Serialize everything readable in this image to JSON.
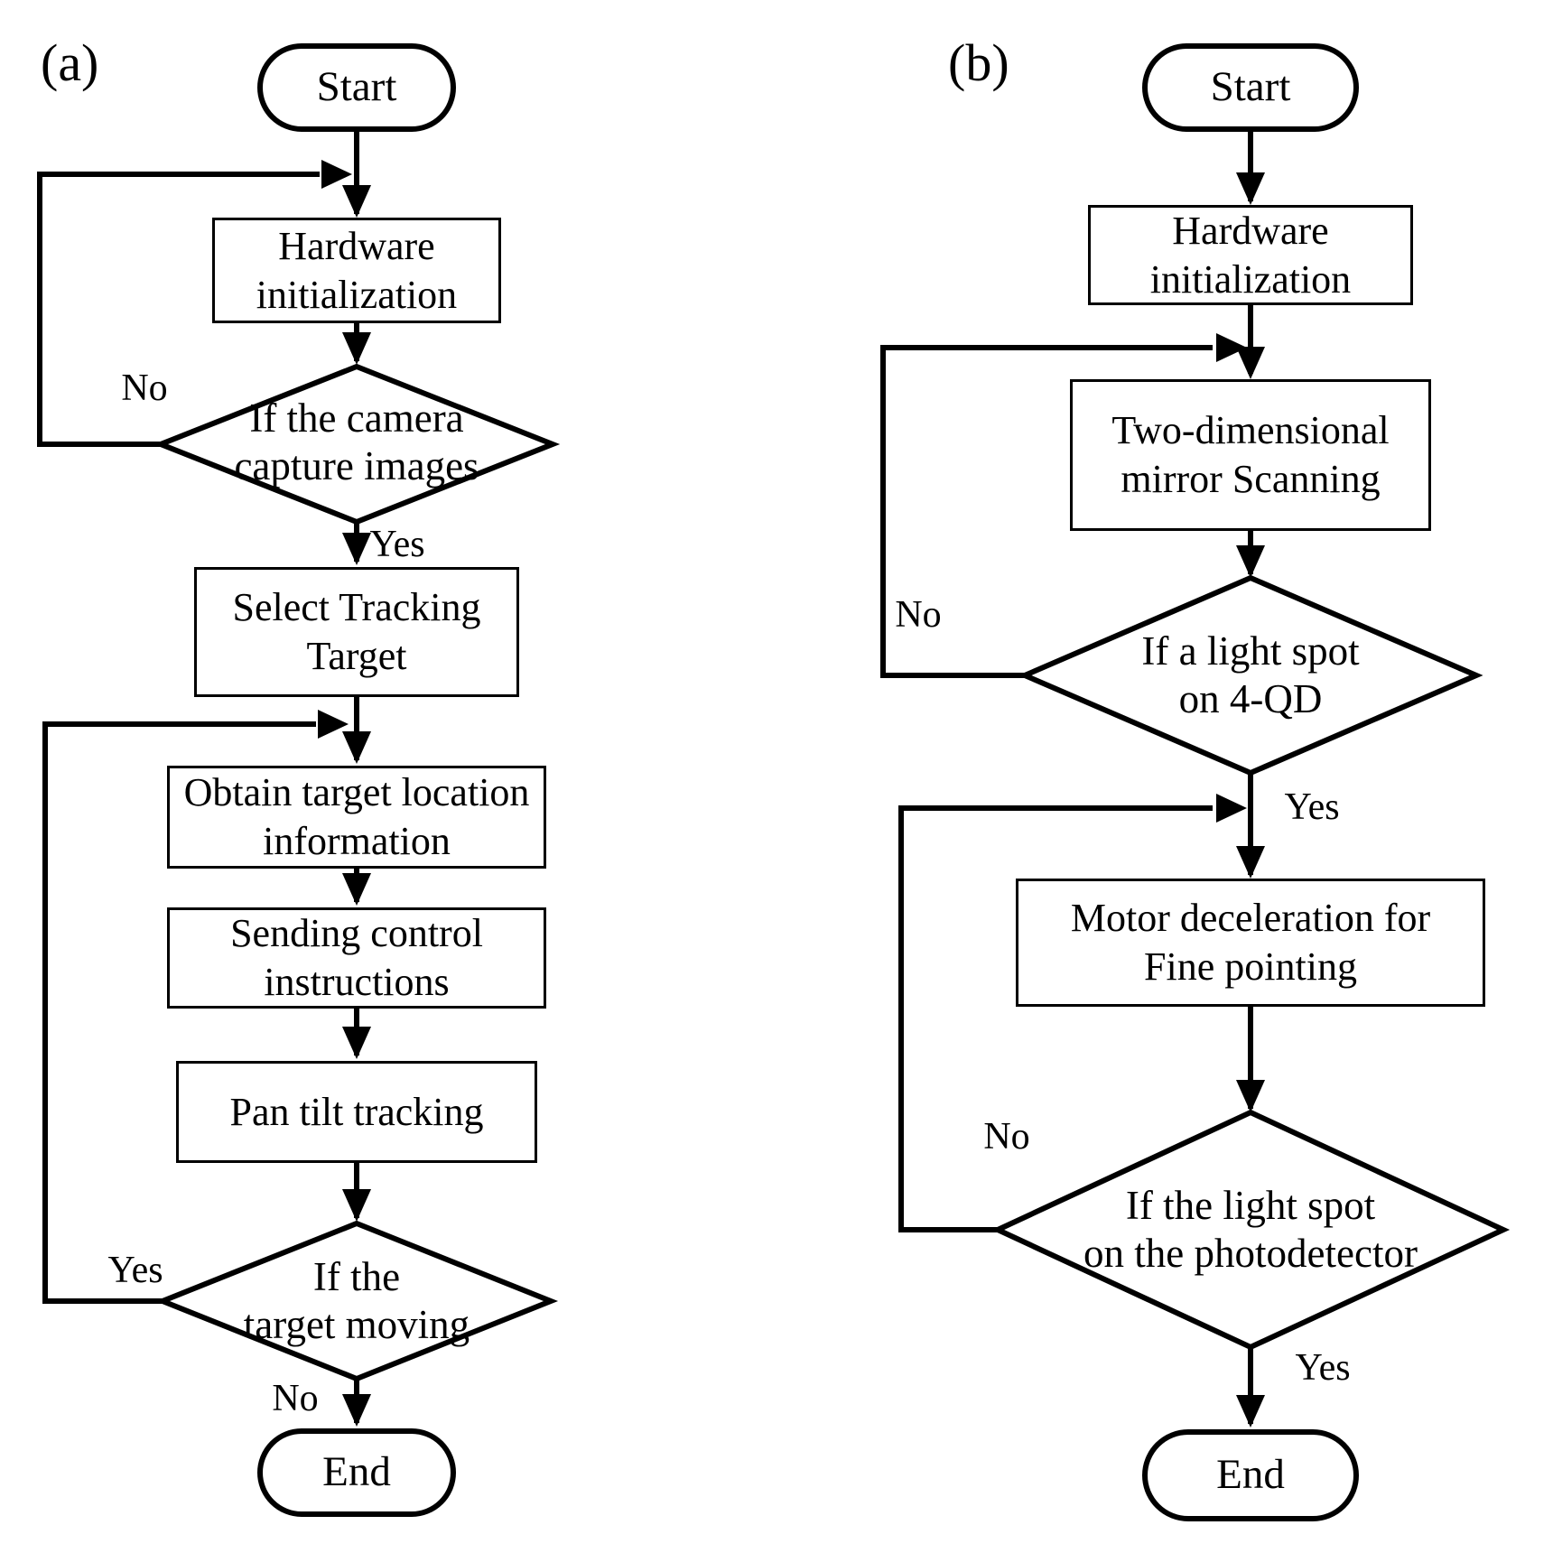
{
  "colors": {
    "ink": "#000000",
    "background": "#ffffff"
  },
  "panel_a": {
    "label": "(a)",
    "nodes": {
      "start": "Start",
      "hardware_init": "Hardware\ninitialization",
      "camera_decision": "If the camera\ncapture images",
      "select_target": "Select Tracking\nTarget",
      "obtain_location": "Obtain target location\ninformation",
      "send_instructions": "Sending control\ninstructions",
      "pan_tilt": "Pan tilt tracking",
      "moving_decision": "If the\ntarget moving",
      "end": "End"
    },
    "edge_labels": {
      "camera_no": "No",
      "camera_yes": "Yes",
      "moving_yes": "Yes",
      "moving_no": "No"
    }
  },
  "panel_b": {
    "label": "(b)",
    "nodes": {
      "start": "Start",
      "hardware_init": "Hardware\ninitialization",
      "mirror_scanning": "Two-dimensional\nmirror Scanning",
      "light_spot_4qd_decision": "If a light spot\non 4-QD",
      "motor_deceleration": "Motor deceleration for\nFine pointing",
      "light_spot_photodetector_decision": "If the light spot\non the photodetector",
      "end": "End"
    },
    "edge_labels": {
      "qd_no": "No",
      "qd_yes": "Yes",
      "photo_no": "No",
      "photo_yes": "Yes"
    }
  }
}
